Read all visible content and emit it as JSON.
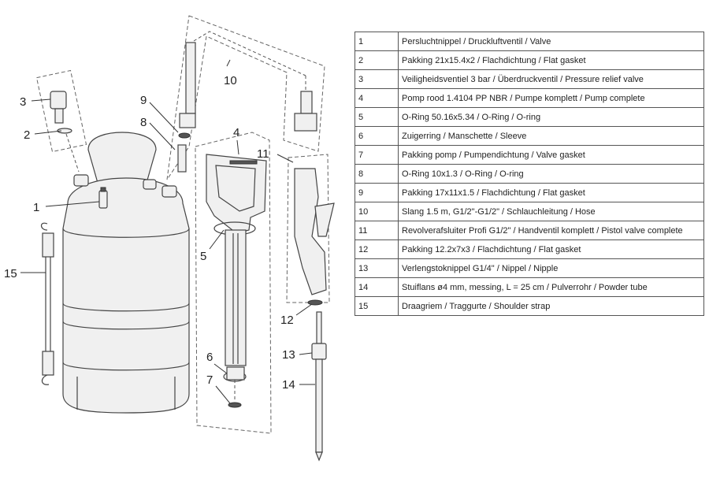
{
  "callouts": [
    "1",
    "2",
    "3",
    "4",
    "5",
    "6",
    "7",
    "8",
    "9",
    "10",
    "11",
    "12",
    "13",
    "14",
    "15"
  ],
  "parts": [
    {
      "num": "1",
      "desc": "Persluchtnippel / Druckluftventil / Valve"
    },
    {
      "num": "2",
      "desc": "Pakking 21x15.4x2 / Flachdichtung / Flat gasket"
    },
    {
      "num": "3",
      "desc": "Veiligheidsventiel 3 bar / Überdruckventil / Pressure relief valve"
    },
    {
      "num": "4",
      "desc": "Pomp rood 1.4104 PP NBR / Pumpe komplett / Pump complete"
    },
    {
      "num": "5",
      "desc": "O-Ring 50.16x5.34 / O-Ring / O-ring"
    },
    {
      "num": "6",
      "desc": "Zuigerring / Manschette / Sleeve"
    },
    {
      "num": "7",
      "desc": "Pakking pomp / Pumpendichtung / Valve gasket"
    },
    {
      "num": "8",
      "desc": "O-Ring 10x1.3 / O-Ring / O-ring"
    },
    {
      "num": "9",
      "desc": "Pakking 17x11x1.5 / Flachdichtung / Flat gasket"
    },
    {
      "num": "10",
      "desc": "Slang 1.5 m, G1/2\"-G1/2\" / Schlauchleitung / Hose"
    },
    {
      "num": "11",
      "desc": "Revolverafsluiter Profi G1/2\" / Handventil komplett / Pistol valve complete"
    },
    {
      "num": "12",
      "desc": "Pakking 12.2x7x3 / Flachdichtung / Flat gasket"
    },
    {
      "num": "13",
      "desc": "Verlengstoknippel G1/4\" / Nippel / Nipple"
    },
    {
      "num": "14",
      "desc": "Stuiflans ø4 mm, messing, L = 25 cm / Pulverrohr / Powder tube"
    },
    {
      "num": "15",
      "desc": "Draagriem / Traggurte / Shoulder strap"
    }
  ]
}
